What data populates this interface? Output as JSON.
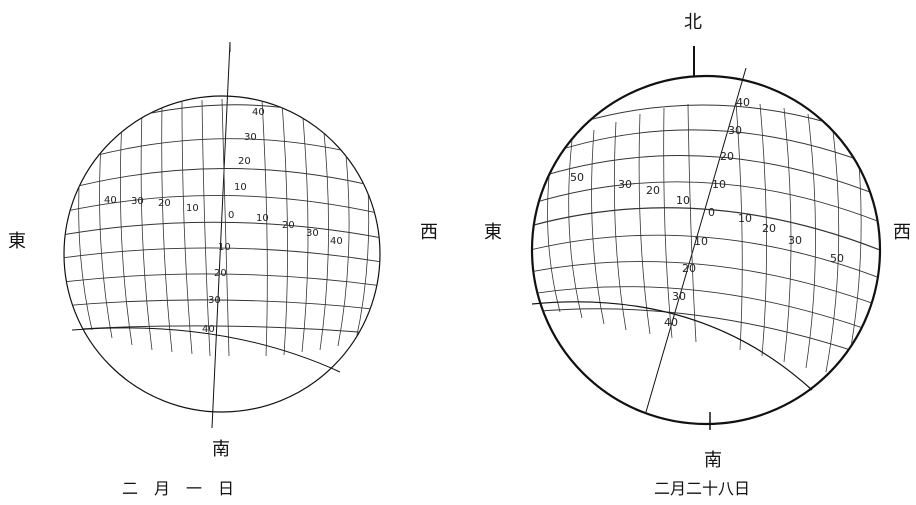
{
  "left_diagram": {
    "directions": {
      "east": "東",
      "west": "西",
      "south": "南"
    },
    "caption": "二　月　一　日",
    "lat_labels": [
      "40",
      "30",
      "20",
      "10",
      "0",
      "10",
      "20",
      "30",
      "40"
    ],
    "lon_labels_west_side": [
      "40",
      "30",
      "20",
      "10"
    ],
    "lon_labels_east_side": [
      "10",
      "20",
      "30",
      "40"
    ]
  },
  "right_diagram": {
    "directions": {
      "north": "北",
      "east": "東",
      "west": "西",
      "south": "南"
    },
    "caption": "二月二十八日",
    "lat_labels": [
      "40",
      "30",
      "20",
      "10",
      "0",
      "10",
      "20",
      "30",
      "40"
    ],
    "lon_labels_west_side": [
      "50",
      "30",
      "20",
      "10"
    ],
    "lon_labels_east_side": [
      "10",
      "20",
      "30",
      "50"
    ]
  },
  "colors": {
    "ink": "#111111",
    "grid": "#333333",
    "paper": "#ffffff"
  }
}
